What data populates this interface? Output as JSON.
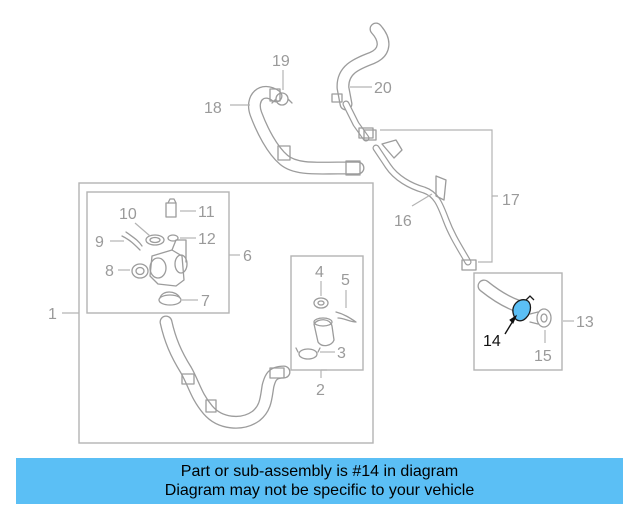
{
  "callouts": {
    "c1": "1",
    "c2": "2",
    "c3": "3",
    "c4": "4",
    "c5": "5",
    "c6": "6",
    "c7": "7",
    "c8": "8",
    "c9": "9",
    "c10": "10",
    "c11": "11",
    "c12": "12",
    "c13": "13",
    "c14": "14",
    "c15": "15",
    "c16": "16",
    "c17": "17",
    "c18": "18",
    "c19": "19",
    "c20": "20"
  },
  "highlight_color": "#5bbff5",
  "banner": {
    "line1": "Part or sub-assembly is #14 in diagram",
    "line2": "Diagram may not be specific to your vehicle"
  }
}
